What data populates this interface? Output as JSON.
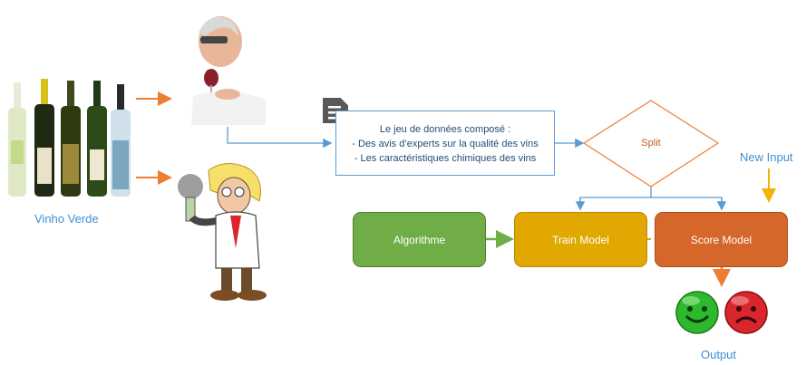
{
  "labels": {
    "vinho_verde": "Vinho Verde",
    "new_input": "New Input",
    "output": "Output"
  },
  "dataset": {
    "title": "Le jeu de données composé :",
    "line1": "- Des avis d’experts sur la qualité des vins",
    "line2": "- Les caractéristiques chimiques des vins"
  },
  "nodes": {
    "split": "Split",
    "algorithme": "Algorithme",
    "train_model": "Train Model",
    "score_model": "Score Model"
  },
  "colors": {
    "algorithme": "#70ad47",
    "train_model": "#e0a800",
    "score_model": "#d6672a",
    "split_border": "#ed7d31",
    "connector_blue": "#5b9bd5",
    "arrow_orange": "#ed7d31",
    "arrow_yellow": "#f0b400",
    "arrow_green": "#70ad47"
  },
  "icons": [
    "wine-bottles-icon",
    "wine-taster-icon",
    "scientist-icon",
    "document-icon",
    "happy-face-icon",
    "sad-face-icon"
  ]
}
